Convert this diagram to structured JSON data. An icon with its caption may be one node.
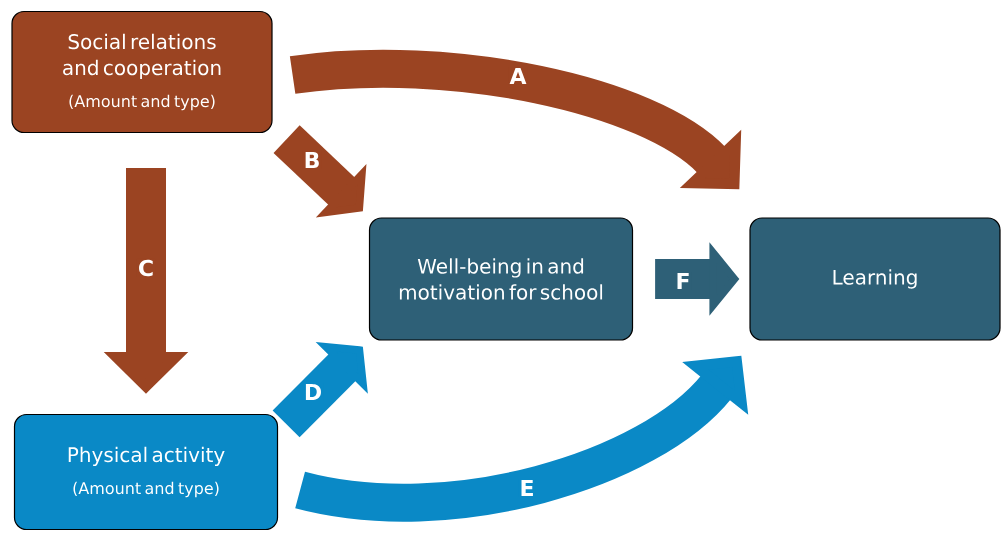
{
  "diagram": {
    "nodes": [
      {
        "text": [
          "Social relations and cooperation",
          "(Amount and type)"
        ]
      },
      {
        "text": [
          "Well-being in and motivation for school"
        ]
      },
      {
        "text": [
          "Learning"
        ]
      },
      {
        "text": [
          "Physical activity",
          "(Amount and type)"
        ]
      }
    ],
    "edges": [
      {
        "from": 0,
        "to": 2,
        "arrow": "to",
        "label": "A",
        "color": "#9b4422"
      },
      {
        "from": 0,
        "to": 1,
        "arrow": "to",
        "label": "B",
        "color": "#9b4422"
      },
      {
        "from": 0,
        "to": 3,
        "arrow": "to",
        "label": "C",
        "color": "#9b4422"
      },
      {
        "from": 3,
        "to": 1,
        "arrow": "to",
        "label": "D",
        "color": "#0a89c6"
      },
      {
        "from": 3,
        "to": 2,
        "arrow": "to",
        "label": "E",
        "color": "#0a89c6"
      },
      {
        "from": 1,
        "to": 2,
        "arrow": "to",
        "label": "F",
        "color": "#2e6077"
      }
    ]
  }
}
